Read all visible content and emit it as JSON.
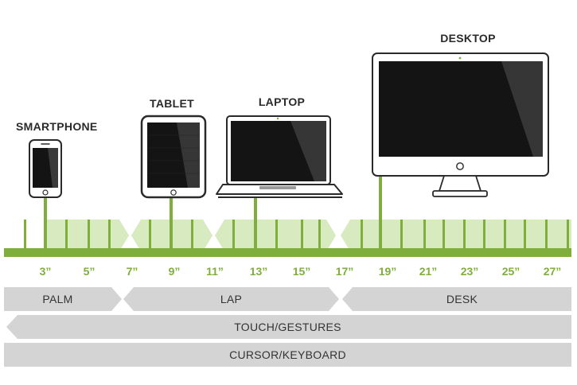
{
  "devices": {
    "smartphone": "SMARTPHONE",
    "tablet": "TABLET",
    "laptop": "LAPTOP",
    "desktop": "DESKTOP"
  },
  "sizes": [
    "3”",
    "5”",
    "7”",
    "9”",
    "11”",
    "13”",
    "15”",
    "17”",
    "19”",
    "21”",
    "23”",
    "25”",
    "27”"
  ],
  "bands": {
    "palm": "PALM",
    "lap": "LAP",
    "desk": "DESK",
    "touch": "TOUCH/GESTURES",
    "cursor": "CURSOR/KEYBOARD"
  },
  "colors": {
    "green": "#7fae3c",
    "light_green": "#d7eac0",
    "band_gray": "#d4d4d4",
    "text_dark": "#2a2a2a"
  }
}
